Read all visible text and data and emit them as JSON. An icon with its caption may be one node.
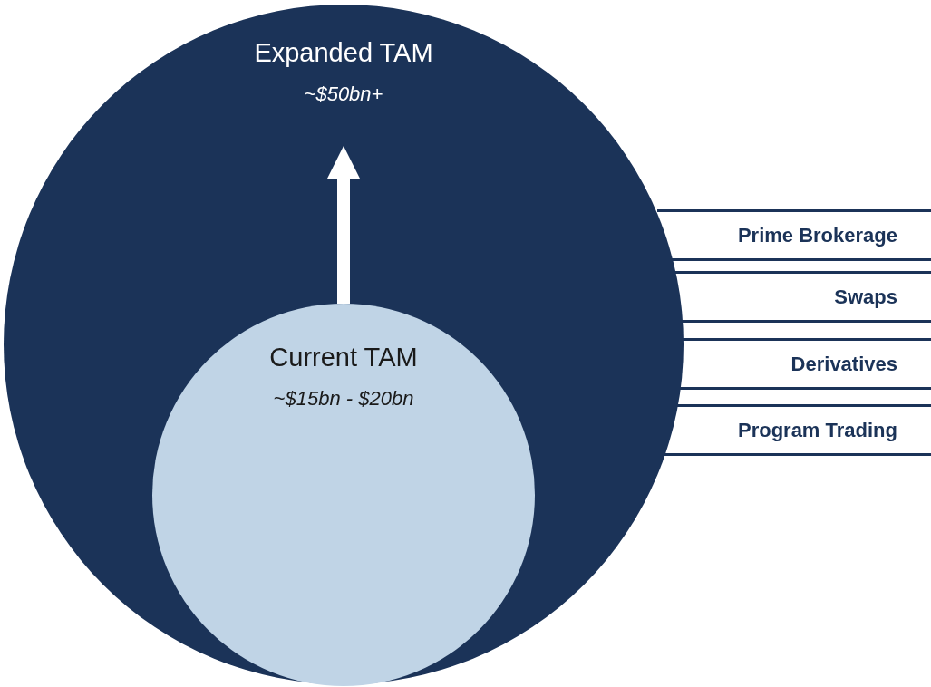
{
  "diagram": {
    "nodes": [
      {
        "text": [],
        "shape": "circle"
      },
      {
        "text": [
          "Expanded TAM",
          "~$50bn+"
        ],
        "in": 0
      },
      {
        "text": [
          "Current TAM",
          "~$15bn - $20bn"
        ],
        "in": 0
      },
      {
        "text": [
          "Prime Brokerage"
        ]
      },
      {
        "text": [
          "Swaps"
        ]
      },
      {
        "text": [
          "Derivatives"
        ]
      },
      {
        "text": [
          "Program Trading"
        ]
      }
    ],
    "edges": [
      {
        "from": 2,
        "to": 1,
        "arrow": "to"
      }
    ]
  }
}
